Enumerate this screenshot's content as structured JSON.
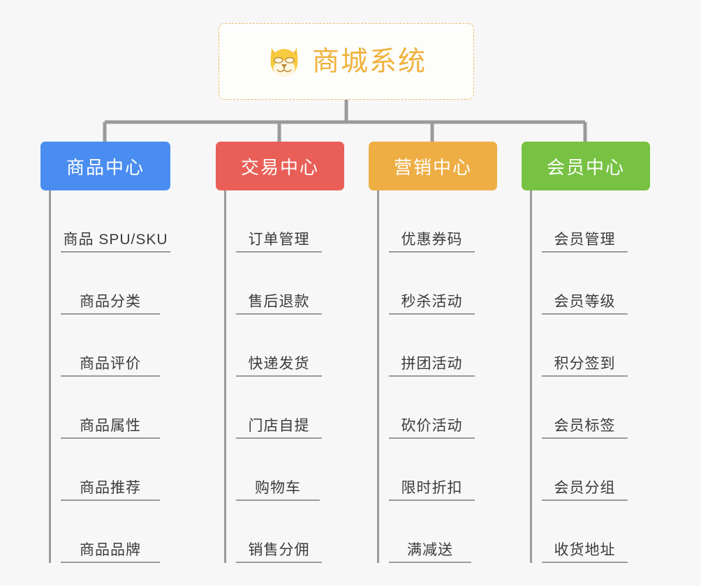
{
  "diagram": {
    "type": "org-chart",
    "background_color": "#f7f7f7",
    "connector_color": "#9a9a9a",
    "root": {
      "title": "商城系统",
      "icon": "dog-face-emoji",
      "title_color": "#f0b23c",
      "border_color": "#eab96a"
    },
    "branches": [
      {
        "label": "商品中心",
        "color": "#4a8df0",
        "items": [
          "商品 SPU/SKU",
          "商品分类",
          "商品评价",
          "商品属性",
          "商品推荐",
          "商品品牌"
        ]
      },
      {
        "label": "交易中心",
        "color": "#e95f58",
        "items": [
          "订单管理",
          "售后退款",
          "快递发货",
          "门店自提",
          "购物车",
          "销售分佣"
        ]
      },
      {
        "label": "营销中心",
        "color": "#eeae44",
        "items": [
          "优惠券码",
          "秒杀活动",
          "拼团活动",
          "砍价活动",
          "限时折扣",
          "满减送"
        ]
      },
      {
        "label": "会员中心",
        "color": "#77c243",
        "items": [
          "会员管理",
          "会员等级",
          "积分签到",
          "会员标签",
          "会员分组",
          "收货地址"
        ]
      }
    ]
  }
}
